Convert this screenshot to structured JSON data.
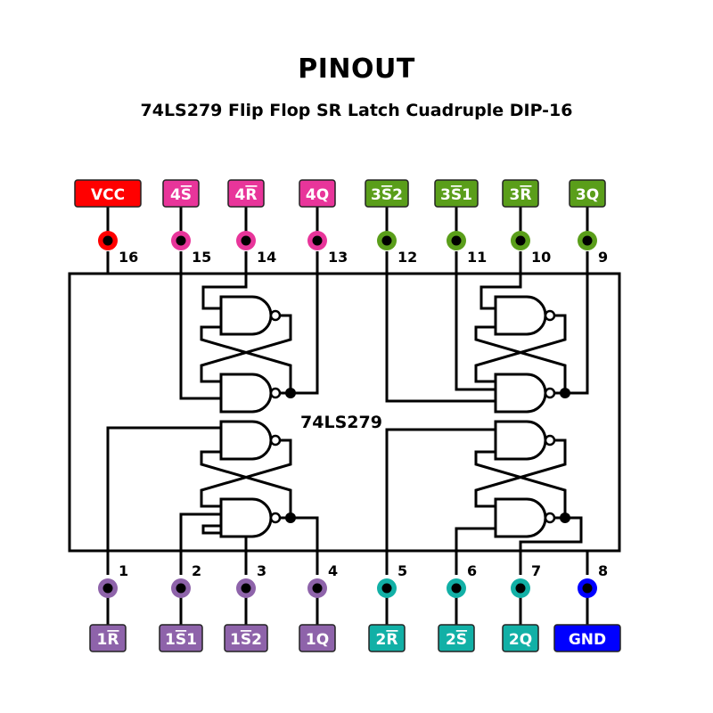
{
  "header": {
    "title": "PINOUT",
    "subtitle": "74LS279 Flip Flop SR Latch Cuadruple DIP-16"
  },
  "chip_label": "74LS279",
  "colors": {
    "power": "#ff0000",
    "latch4": "#e8359a",
    "latch3": "#5a9e1a",
    "latch1": "#8e63aa",
    "latch2": "#12b0a6",
    "ground": "#0000ff"
  },
  "pins_top": [
    {
      "number": "16",
      "name": "VCC",
      "group": "power",
      "overbar": false
    },
    {
      "number": "15",
      "name": "4S",
      "prefix": "4",
      "signal": "S",
      "suffix": "",
      "group": "latch4",
      "overbar": true
    },
    {
      "number": "14",
      "name": "4R",
      "prefix": "4",
      "signal": "R",
      "suffix": "",
      "group": "latch4",
      "overbar": true
    },
    {
      "number": "13",
      "name": "4Q",
      "group": "latch4",
      "overbar": false
    },
    {
      "number": "12",
      "name": "3S2",
      "prefix": "3",
      "signal": "S",
      "suffix": "2",
      "group": "latch3",
      "overbar": true
    },
    {
      "number": "11",
      "name": "3S1",
      "prefix": "3",
      "signal": "S",
      "suffix": "1",
      "group": "latch3",
      "overbar": true
    },
    {
      "number": "10",
      "name": "3R",
      "prefix": "3",
      "signal": "R",
      "suffix": "",
      "group": "latch3",
      "overbar": true
    },
    {
      "number": "9",
      "name": "3Q",
      "group": "latch3",
      "overbar": false
    }
  ],
  "pins_bottom": [
    {
      "number": "1",
      "name": "1R",
      "prefix": "1",
      "signal": "R",
      "suffix": "",
      "group": "latch1",
      "overbar": true
    },
    {
      "number": "2",
      "name": "1S1",
      "prefix": "1",
      "signal": "S",
      "suffix": "1",
      "group": "latch1",
      "overbar": true
    },
    {
      "number": "3",
      "name": "1S2",
      "prefix": "1",
      "signal": "S",
      "suffix": "2",
      "group": "latch1",
      "overbar": true
    },
    {
      "number": "4",
      "name": "1Q",
      "group": "latch1",
      "overbar": false
    },
    {
      "number": "5",
      "name": "2R",
      "prefix": "2",
      "signal": "R",
      "suffix": "",
      "group": "latch2",
      "overbar": true
    },
    {
      "number": "6",
      "name": "2S",
      "prefix": "2",
      "signal": "S",
      "suffix": "",
      "group": "latch2",
      "overbar": true
    },
    {
      "number": "7",
      "name": "2Q",
      "group": "latch2",
      "overbar": false
    },
    {
      "number": "8",
      "name": "GND",
      "group": "ground",
      "overbar": false
    }
  ]
}
